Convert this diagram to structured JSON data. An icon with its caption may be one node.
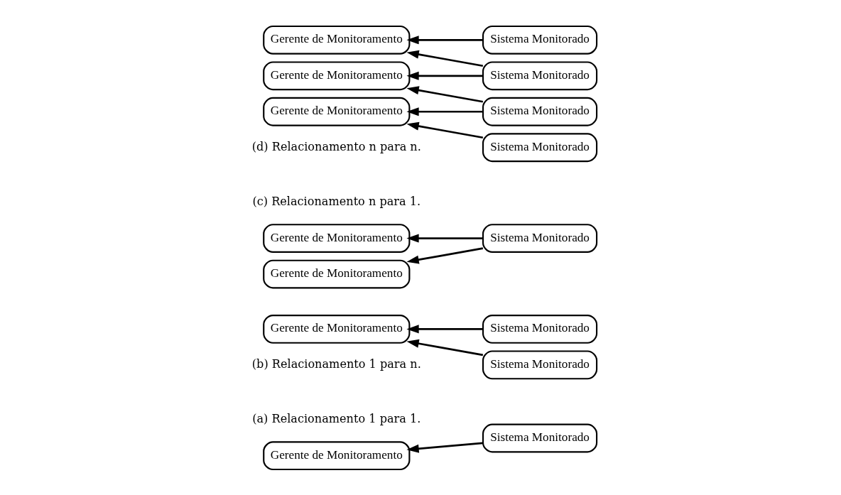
{
  "diagram": {
    "nodes": [
      {
        "text": [
          "Gerente de Monitoramento"
        ]
      },
      {
        "text": [
          "Sistema Monitorado"
        ]
      },
      {
        "text": [
          "Gerente de Monitoramento"
        ]
      },
      {
        "text": [
          "Sistema Monitorado"
        ]
      },
      {
        "text": [
          "Sistema Monitorado"
        ]
      },
      {
        "text": [
          "Gerente de Monitoramento"
        ]
      },
      {
        "text": [
          "Gerente de Monitoramento"
        ]
      },
      {
        "text": [
          "Sistema Monitorado"
        ]
      },
      {
        "text": [
          "Gerente de Monitoramento"
        ]
      },
      {
        "text": [
          "Gerente de Monitoramento"
        ]
      },
      {
        "text": [
          "Gerente de Monitoramento"
        ]
      },
      {
        "text": [
          "Sistema Monitorado"
        ]
      },
      {
        "text": [
          "Sistema Monitorado"
        ]
      },
      {
        "text": [
          "Sistema Monitorado"
        ]
      },
      {
        "text": [
          "Sistema Monitorado"
        ]
      }
    ],
    "edges": [
      {
        "from": 1,
        "to": 0,
        "arrow": "to"
      },
      {
        "from": 3,
        "to": 2,
        "arrow": "to"
      },
      {
        "from": 4,
        "to": 2,
        "arrow": "to"
      },
      {
        "from": 7,
        "to": 5,
        "arrow": "to"
      },
      {
        "from": 7,
        "to": 6,
        "arrow": "to"
      },
      {
        "from": 11,
        "to": 8,
        "arrow": "to"
      },
      {
        "from": 12,
        "to": 8,
        "arrow": "to"
      },
      {
        "from": 12,
        "to": 9,
        "arrow": "to"
      },
      {
        "from": 13,
        "to": 9,
        "arrow": "to"
      },
      {
        "from": 13,
        "to": 10,
        "arrow": "to"
      },
      {
        "from": 14,
        "to": 10,
        "arrow": "to"
      }
    ],
    "labels": [
      "(a) Relacionamento 1 para 1.",
      "(b) Relacionamento 1 para n.",
      "(c) Relacionamento n para 1.",
      "(d) Relacionamento n para n."
    ]
  }
}
